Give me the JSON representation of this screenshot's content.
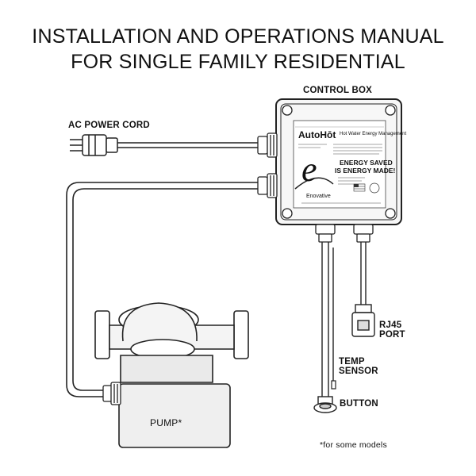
{
  "title": {
    "line1": "INSTALLATION AND OPERATIONS MANUAL",
    "line2": "FOR SINGLE FAMILY RESIDENTIAL"
  },
  "labels": {
    "control_box": "CONTROL BOX",
    "ac_power_cord": "AC POWER CORD",
    "rj45_port_line1": "RJ45",
    "rj45_port_line2": "PORT",
    "temp_sensor_line1": "TEMP",
    "temp_sensor_line2": "SENSOR",
    "button": "BUTTON",
    "pump": "PUMP*",
    "footnote": "*for some models"
  },
  "box_label": {
    "brand": "AutoHōt",
    "tagline": "Hot Water Energy Management",
    "energy_line1": "ENERGY SAVED",
    "energy_line2": "IS ENERGY MADE!",
    "logo_letter": "e",
    "maker": "Enovative"
  },
  "colors": {
    "ink": "#111111",
    "line": "#222222",
    "box_fill": "#f7f7f7",
    "pump_fill": "#efefef"
  }
}
